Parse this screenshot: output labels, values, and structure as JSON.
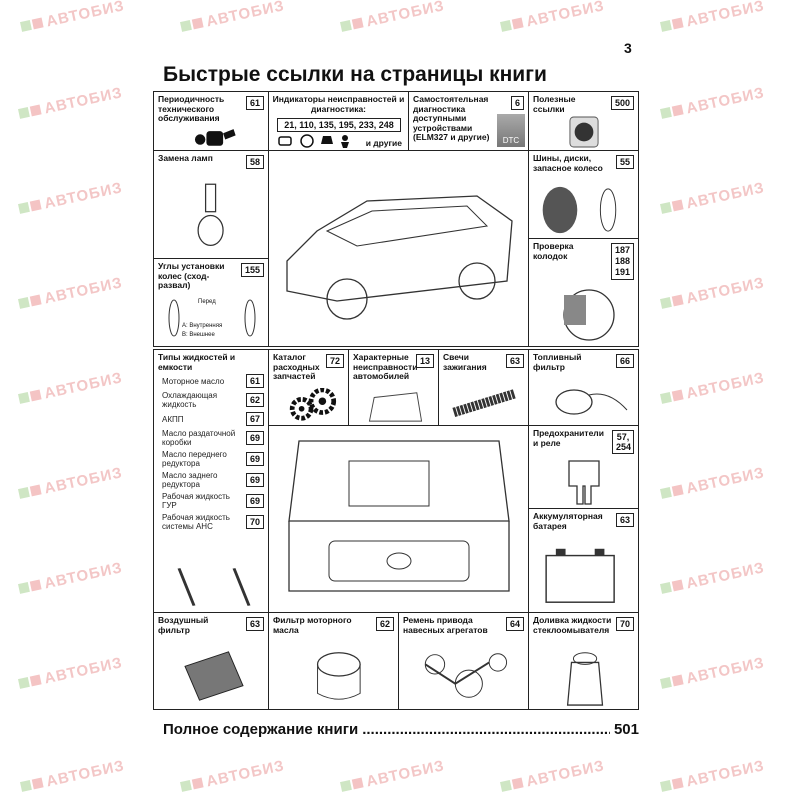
{
  "watermark": "АВТОБИЗ",
  "page_number": "3",
  "title": "Быстрые ссылки на страницы книги",
  "top": {
    "maintenance": {
      "label": "Периодичность технического обслуживания",
      "page": "61"
    },
    "indicators": {
      "label": "Индикаторы неисправностей и диагностика:",
      "codes": "21, 110, 135, 195, 233, 248",
      "others": "и другие"
    },
    "selfdiag": {
      "label": "Самостоятельная диагностика доступными устройствами (ELM327 и другие)",
      "page": "6",
      "icon_text": "DTC"
    },
    "links": {
      "label": "Полезные ссылки",
      "page": "500"
    },
    "lamps": {
      "label": "Замена ламп",
      "page": "58"
    },
    "tires": {
      "label": "Шины, диски, запасное колесо",
      "page": "55"
    },
    "alignment": {
      "label": "Углы установки колес (сход-развал)",
      "page": "155",
      "note1": "Перед",
      "note2": "A: Внутренняя",
      "note3": "B: Внешнее"
    },
    "brakes": {
      "label": "Проверка колодок",
      "pages": [
        "187",
        "188",
        "191"
      ]
    }
  },
  "bottom": {
    "fluids": {
      "label": "Типы жидкостей и емкости",
      "items": [
        {
          "name": "Моторное масло",
          "page": "61"
        },
        {
          "name": "Охлаждающая жидкость",
          "page": "62"
        },
        {
          "name": "АКПП",
          "page": "67"
        },
        {
          "name": "Масло раздаточной коробки",
          "page": "69"
        },
        {
          "name": "Масло переднего редуктора",
          "page": "69"
        },
        {
          "name": "Масло заднего редуктора",
          "page": "69"
        },
        {
          "name": "Рабочая жидкость ГУР",
          "page": "69"
        },
        {
          "name": "Рабочая жидкость системы АНС",
          "page": "70"
        }
      ]
    },
    "catalog": {
      "label": "Каталог расходных запчастей",
      "page": "72"
    },
    "faults": {
      "label": "Характерные неисправности автомобилей",
      "page": "13"
    },
    "plugs": {
      "label": "Свечи зажигания",
      "page": "63"
    },
    "fuel_filter": {
      "label": "Топливный фильтр",
      "page": "66"
    },
    "fuses": {
      "label": "Предохранители и реле",
      "page": "57, 254"
    },
    "battery": {
      "label": "Аккумуляторная батарея",
      "page": "63"
    },
    "air_filter": {
      "label": "Воздушный фильтр",
      "page": "63"
    },
    "oil_filter": {
      "label": "Фильтр моторного масла",
      "page": "62"
    },
    "belt": {
      "label": "Ремень привода навесных агрегатов",
      "page": "64"
    },
    "washer": {
      "label": "Доливка жидкости стеклоомывателя",
      "page": "70"
    }
  },
  "footer": {
    "label": "Полное содержание книги",
    "dots": "..................................................................................................",
    "page": "501"
  }
}
